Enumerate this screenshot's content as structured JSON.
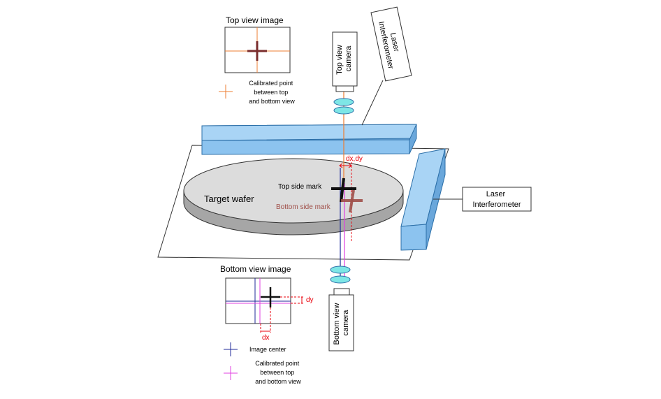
{
  "top_view_panel": {
    "title": "Top view image",
    "legend_label_lines": [
      "Calibrated point",
      "between top",
      "and bottom view"
    ]
  },
  "top_camera": {
    "label_lines": [
      "Top view",
      "camera"
    ]
  },
  "top_interferometer": {
    "label_lines": [
      "Laser",
      "Interferometer"
    ]
  },
  "right_interferometer": {
    "label_lines": [
      "Laser",
      "Interferometer"
    ]
  },
  "wafer": {
    "label": "Target wafer",
    "top_mark_label": "Top side mark",
    "bottom_mark_label": "Bottom side mark",
    "offset_label": "dx,dy"
  },
  "bottom_view_panel": {
    "title": "Bottom view image",
    "dx_label": "dx",
    "dy_label": "dy",
    "legend_center_label": "Image center",
    "legend_calibrated_lines": [
      "Calibrated point",
      "between top",
      "and bottom view"
    ]
  },
  "bottom_camera": {
    "label_lines": [
      "Bottom view",
      "camera"
    ]
  },
  "colors": {
    "stage_blue": "#a9d4f5",
    "lens_cyan": "#7ee6e6",
    "wafer_gray": "#dcdcdc",
    "orange_line": "#ed7d31",
    "magenta_line": "#e040e0",
    "navy_line": "#1f2a9a",
    "red_dim": "#e8000b",
    "bottom_mark": "#a0504a"
  }
}
